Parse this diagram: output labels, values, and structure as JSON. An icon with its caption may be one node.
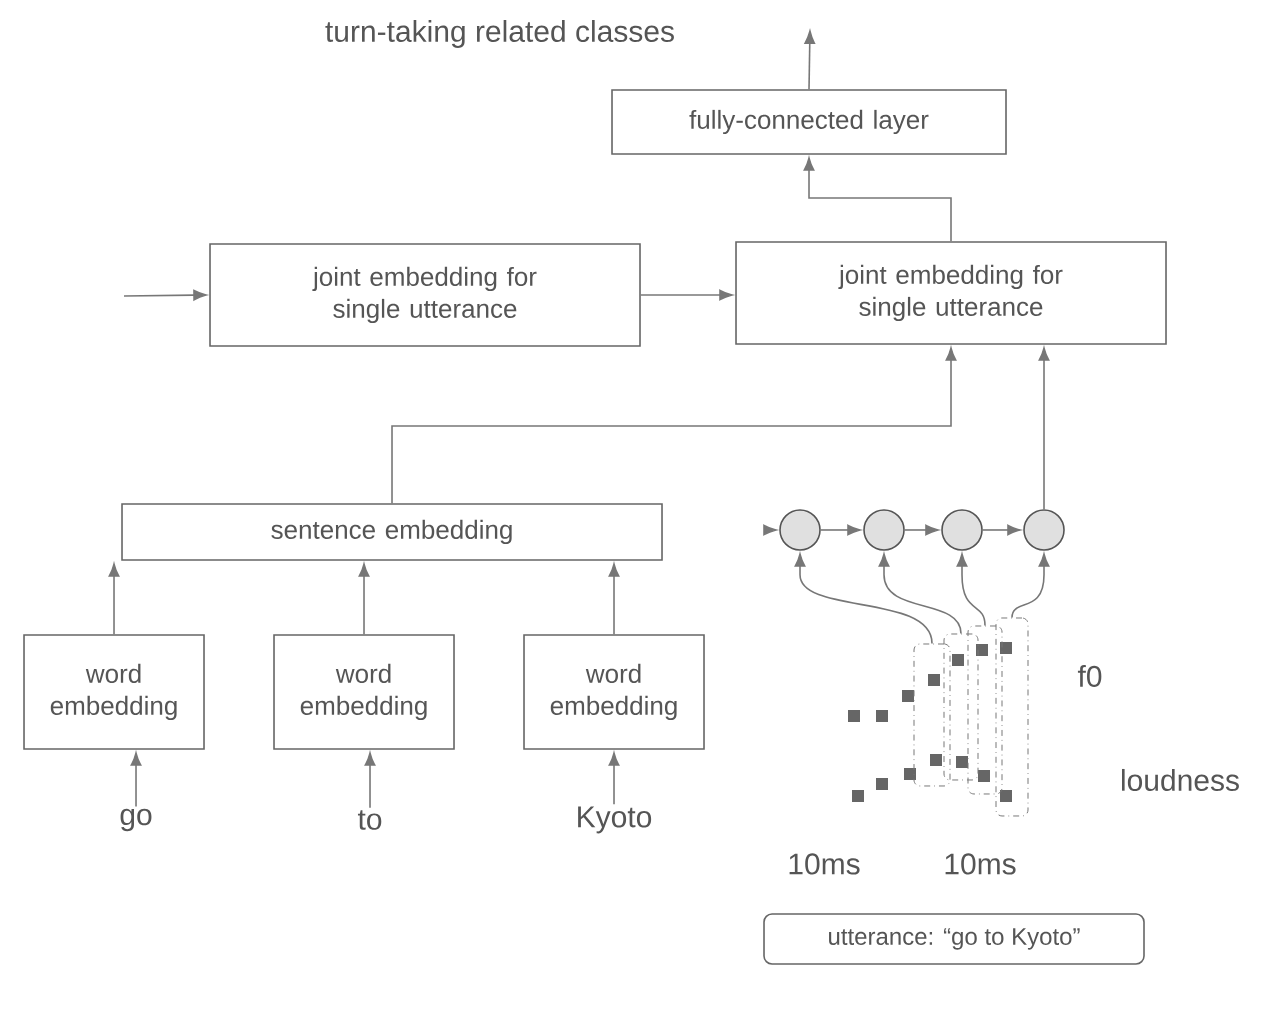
{
  "diagram": {
    "nodes": [
      {
        "text": [
          "fully-connected layer"
        ]
      },
      {
        "text": [
          "joint embedding for single utterance"
        ]
      },
      {
        "text": [
          "joint embedding for single utterance"
        ]
      },
      {
        "text": [
          "sentence embedding"
        ]
      },
      {
        "text": [
          "word embedding"
        ]
      },
      {
        "text": [
          "word embedding"
        ]
      },
      {
        "text": [
          "word embedding"
        ]
      },
      {
        "text": [
          "go"
        ]
      },
      {
        "text": [
          "to"
        ]
      },
      {
        "text": [
          "Kyoto"
        ]
      },
      {
        "text": [],
        "shape": "circle"
      },
      {
        "text": [],
        "shape": "circle"
      },
      {
        "text": [],
        "shape": "circle"
      },
      {
        "text": [],
        "shape": "circle"
      },
      {
        "text": [],
        "shape": "box"
      },
      {
        "text": [],
        "shape": "box"
      },
      {
        "text": [],
        "shape": "box"
      },
      {
        "text": [],
        "shape": "box"
      },
      {
        "text": [
          "utterance: “go to Kyoto”"
        ]
      }
    ],
    "edges": [
      {
        "from": 0,
        "to": null,
        "arrow": "to"
      },
      {
        "from": 2,
        "to": 0,
        "arrow": "to"
      },
      {
        "from": null,
        "to": 1,
        "arrow": "to"
      },
      {
        "from": 1,
        "to": 2,
        "arrow": "to"
      },
      {
        "from": 3,
        "to": 2,
        "arrow": "to"
      },
      {
        "from": 13,
        "to": 2,
        "arrow": "to"
      },
      {
        "from": 4,
        "to": 3,
        "arrow": "to"
      },
      {
        "from": 5,
        "to": 3,
        "arrow": "to"
      },
      {
        "from": 6,
        "to": 3,
        "arrow": "to"
      },
      {
        "from": 7,
        "to": 4,
        "arrow": "to"
      },
      {
        "from": 8,
        "to": 5,
        "arrow": "to"
      },
      {
        "from": 9,
        "to": 6,
        "arrow": "to"
      },
      {
        "from": null,
        "to": 10,
        "arrow": "to"
      },
      {
        "from": 10,
        "to": 11,
        "arrow": "to"
      },
      {
        "from": 11,
        "to": 12,
        "arrow": "to"
      },
      {
        "from": 12,
        "to": 13,
        "arrow": "to"
      },
      {
        "from": 14,
        "to": 10,
        "arrow": "to"
      },
      {
        "from": 15,
        "to": 11,
        "arrow": "to"
      },
      {
        "from": 16,
        "to": 12,
        "arrow": "to"
      },
      {
        "from": 17,
        "to": 13,
        "arrow": "to"
      }
    ],
    "labels": [
      "turn-taking related classes",
      "f0",
      "loudness",
      "10ms",
      "10ms"
    ]
  }
}
